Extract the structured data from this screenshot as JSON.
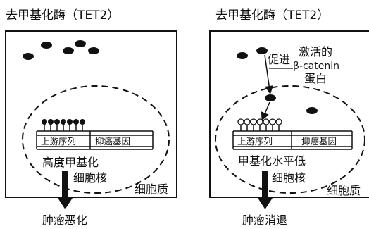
{
  "left_panel": {
    "enzyme_label": "去甲基化酶（TET2）",
    "upstream_label": "上游序列",
    "gene_label": "抑癌基因",
    "methylation_label": "高度甲基化",
    "nucleus_label": "细胞核",
    "cytoplasm_label": "细胞质",
    "outcome_label": "肿瘤恶化"
  },
  "right_panel": {
    "enzyme_label": "去甲基化酶（TET2）",
    "promote_label": "促进",
    "activated_line1": "激活的",
    "activated_line2": "β-catenin",
    "activated_line3": "蛋白",
    "upstream_label": "上游序列",
    "gene_label": "抑癌基因",
    "methylation_label": "甲基化水平低",
    "nucleus_label": "细胞核",
    "cytoplasm_label": "细胞质",
    "outcome_label": "肿瘤消退"
  },
  "colors": {
    "ink": "#111111",
    "background": "#ffffff"
  }
}
